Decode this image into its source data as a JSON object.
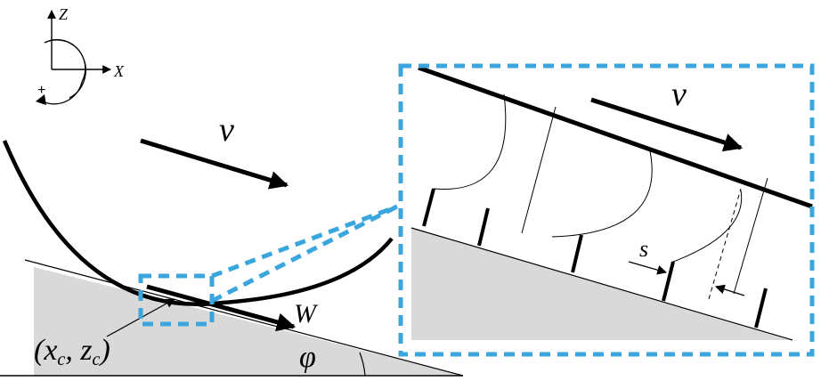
{
  "labels": {
    "axis_z": "Z",
    "axis_x": "X",
    "rotation_sign": "+",
    "velocity_main": "v",
    "velocity_inset": "v",
    "weight": "W",
    "angle": "φ",
    "contact_point": "(x_c, z_c)",
    "contact_point_base_open": "(x",
    "contact_point_sub1": "c",
    "contact_point_mid": ", z",
    "contact_point_sub2": "c",
    "contact_point_close": ")",
    "slip": "s"
  },
  "colors": {
    "stroke": "#000000",
    "ground_fill": "#d9d9d9",
    "highlight": "#3aa6dd"
  }
}
